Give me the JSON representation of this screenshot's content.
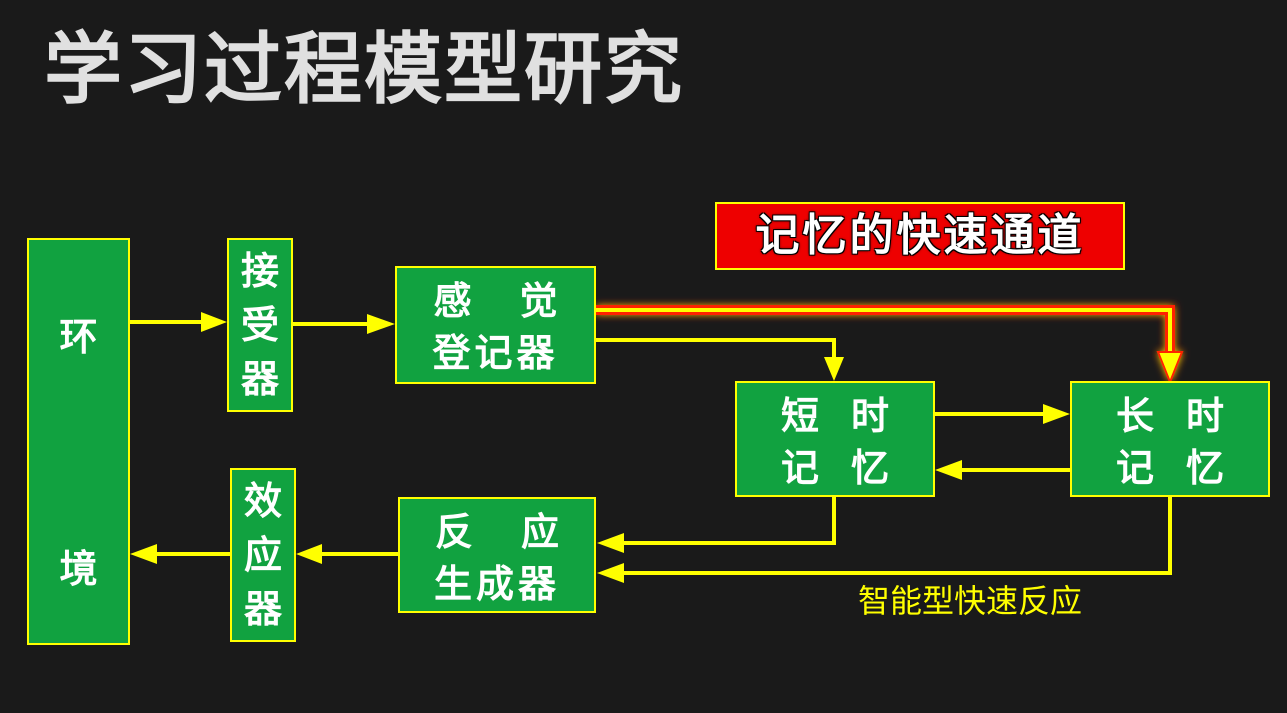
{
  "title": "学习过程模型研究",
  "banner": "记忆的快速通道",
  "caption": "智能型快速反应",
  "boxes": {
    "environment": {
      "top": "环",
      "bottom": "境"
    },
    "receptor": {
      "c1": "接",
      "c2": "受",
      "c3": "器"
    },
    "sensory_register": {
      "l1a": "感",
      "l1b": "觉",
      "l2": "登记器"
    },
    "short_term_memory": {
      "l1a": "短",
      "l1b": "时",
      "l2a": "记",
      "l2b": "忆"
    },
    "long_term_memory": {
      "l1a": "长",
      "l1b": "时",
      "l2a": "记",
      "l2b": "忆"
    },
    "response_generator": {
      "l1a": "反",
      "l1b": "应",
      "l2": "生成器"
    },
    "effector": {
      "c1": "效",
      "c2": "应",
      "c3": "器"
    }
  },
  "colors": {
    "background": "#1a1a1a",
    "box_fill": "#11a240",
    "arrow": "#ffff00",
    "banner_fill": "#ee0000",
    "fast_path_glow": "#ff2200"
  }
}
